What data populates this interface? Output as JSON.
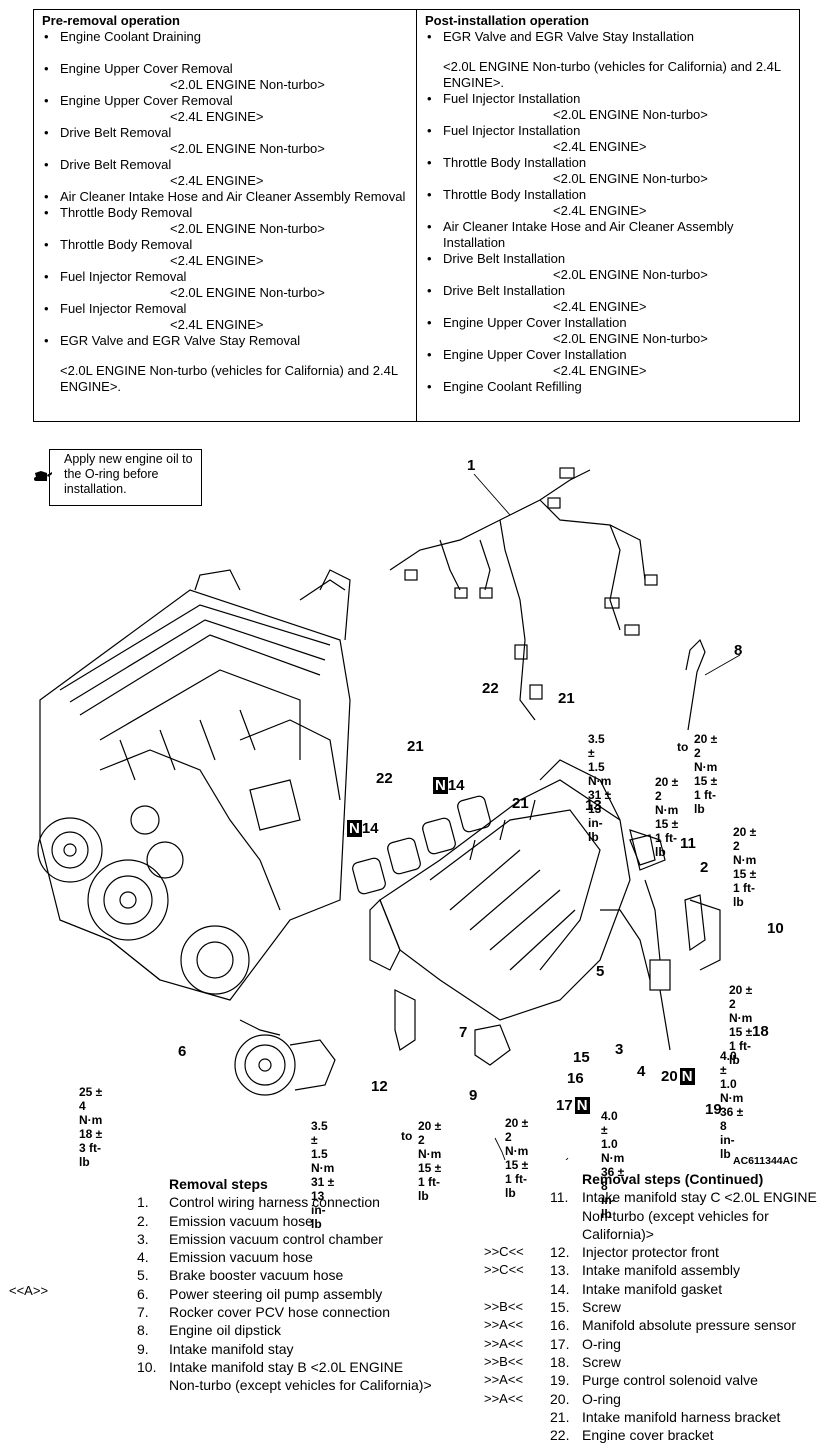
{
  "pre_removal": {
    "heading": "Pre-removal operation",
    "items": [
      {
        "text": "Engine Coolant Draining",
        "sub": ""
      },
      {
        "text": "Engine Upper Cover Removal",
        "sub": "<2.0L ENGINE Non-turbo>"
      },
      {
        "text": "Engine Upper Cover Removal",
        "sub": "<2.4L ENGINE>"
      },
      {
        "text": "Drive Belt Removal",
        "sub": "<2.0L ENGINE Non-turbo>"
      },
      {
        "text": "Drive Belt Removal",
        "sub": "<2.4L ENGINE>"
      },
      {
        "text": "Air Cleaner Intake Hose and Air Cleaner Assembly Removal",
        "sub": ""
      },
      {
        "text": "Throttle Body Removal",
        "sub": "<2.0L ENGINE Non-turbo>"
      },
      {
        "text": "Throttle Body Removal",
        "sub": "<2.4L ENGINE>"
      },
      {
        "text": "Fuel Injector Removal",
        "sub": "<2.0L ENGINE Non-turbo>"
      },
      {
        "text": "Fuel Injector Removal",
        "sub": "<2.4L ENGINE>"
      },
      {
        "text": "EGR Valve and EGR Valve Stay Removal",
        "sub": "<2.0L ENGINE Non-turbo (vehicles for California) and 2.4L ENGINE>."
      }
    ]
  },
  "post_installation": {
    "heading": "Post-installation operation",
    "items": [
      {
        "text": "EGR Valve and EGR Valve Stay Installation",
        "sub": "<2.0L ENGINE Non-turbo (vehicles for California) and 2.4L ENGINE>."
      },
      {
        "text": "Fuel Injector Installation",
        "sub": "<2.0L ENGINE Non-turbo>"
      },
      {
        "text": "Fuel Injector Installation",
        "sub": "<2.4L ENGINE>"
      },
      {
        "text": "Throttle Body Installation",
        "sub": "<2.0L ENGINE Non-turbo>"
      },
      {
        "text": "Throttle Body Installation",
        "sub": "<2.4L ENGINE>"
      },
      {
        "text": "Air Cleaner Intake Hose and Air Cleaner Assembly Installation",
        "sub": ""
      },
      {
        "text": "Drive Belt Installation",
        "sub": "<2.0L ENGINE Non-turbo>"
      },
      {
        "text": "Drive Belt Installation",
        "sub": "<2.4L ENGINE>"
      },
      {
        "text": "Engine Upper Cover Installation",
        "sub": "<2.0L ENGINE Non-turbo>"
      },
      {
        "text": "Engine Upper Cover Installation",
        "sub": "<2.4L ENGINE>"
      },
      {
        "text": "Engine Coolant Refilling",
        "sub": ""
      }
    ]
  },
  "note": "Apply new engine oil to the O-ring before installation.",
  "diagram": {
    "figure_id": "AC611344AC",
    "torques": {
      "t1": [
        "3.5 ± 1.5 N·m",
        "31 ± 13 in-lb"
      ],
      "t1_to": [
        "20 ± 2 N·m",
        "15 ± 1 ft-lb"
      ],
      "t2": [
        "20 ± 2 N·m",
        "15 ± 1 ft-lb"
      ],
      "t3": [
        "20 ± 2 N·m",
        "15 ± 1 ft-lb"
      ],
      "t4": [
        "20 ± 2 N·m",
        "15 ± 1 ft-lb"
      ],
      "t5": [
        "4.0 ± 1.0 N·m",
        "36 ± 8 in-lb"
      ],
      "t6": [
        "25 ± 4 N·m",
        "18 ± 3 ft-lb"
      ],
      "t7": [
        "3.5 ± 1.5 N·m",
        "31 ± 13 in-lb"
      ],
      "t7_to": [
        "20 ± 2 N·m",
        "15 ± 1 ft-lb"
      ],
      "t8": [
        "20 ± 2 N·m",
        "15 ± 1 ft-lb"
      ],
      "t9": [
        "4.0 ± 1.0 N·m",
        "36 ± 8 in-lb"
      ],
      "to": "to"
    }
  },
  "removal_steps": {
    "title": "Removal steps",
    "left_ref": "<<A>>",
    "items": [
      {
        "num": "1.",
        "text": "Control wiring harness connection"
      },
      {
        "num": "2.",
        "text": "Emission vacuum hose"
      },
      {
        "num": "3.",
        "text": "Emission vacuum control chamber"
      },
      {
        "num": "4.",
        "text": "Emission vacuum hose"
      },
      {
        "num": "5.",
        "text": "Brake booster vacuum hose"
      },
      {
        "num": "6.",
        "text": "Power steering oil pump assembly"
      },
      {
        "num": "7.",
        "text": "Rocker cover PCV hose connection"
      },
      {
        "num": "8.",
        "text": "Engine oil dipstick"
      },
      {
        "num": "9.",
        "text": "Intake manifold stay"
      },
      {
        "num": "10.",
        "text": "Intake manifold stay B <2.0L ENGINE Non-turbo (except vehicles for California)>"
      }
    ]
  },
  "removal_steps_cont": {
    "title": "Removal steps (Continued)",
    "items": [
      {
        "ref": "",
        "num": "11.",
        "text": "Intake manifold stay C <2.0L ENGINE Non-turbo (except vehicles for California)>"
      },
      {
        "ref": ">>C<<",
        "num": "12.",
        "text": "Injector protector front"
      },
      {
        "ref": ">>C<<",
        "num": "13.",
        "text": "Intake manifold assembly"
      },
      {
        "ref": "",
        "num": "14.",
        "text": "Intake manifold gasket"
      },
      {
        "ref": ">>B<<",
        "num": "15.",
        "text": "Screw"
      },
      {
        "ref": ">>A<<",
        "num": "16.",
        "text": "Manifold absolute pressure sensor"
      },
      {
        "ref": ">>A<<",
        "num": "17.",
        "text": "O-ring"
      },
      {
        "ref": ">>B<<",
        "num": "18.",
        "text": "Screw"
      },
      {
        "ref": ">>A<<",
        "num": "19.",
        "text": "Purge control solenoid valve"
      },
      {
        "ref": ">>A<<",
        "num": "20.",
        "text": "O-ring"
      },
      {
        "ref": "",
        "num": "21.",
        "text": "Intake manifold harness bracket"
      },
      {
        "ref": "",
        "num": "22.",
        "text": "Engine cover bracket"
      }
    ]
  }
}
